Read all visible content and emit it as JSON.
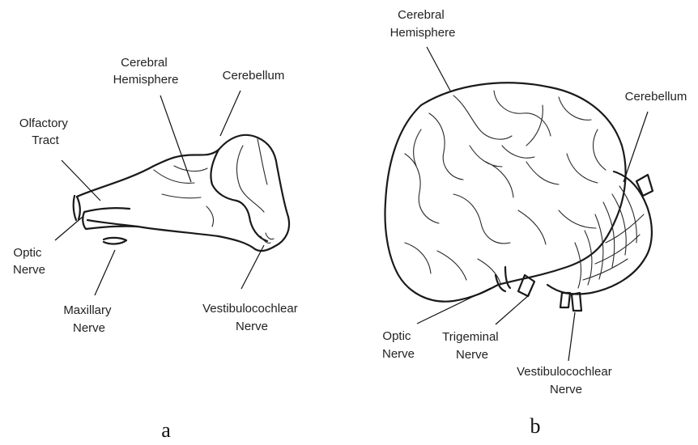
{
  "panel_a": {
    "caption": "a",
    "labels": {
      "cerebral_hemisphere": [
        "Cerebral",
        "Hemisphere"
      ],
      "cerebellum": [
        "Cerebellum"
      ],
      "olfactory_tract": [
        "Olfactory",
        "Tract"
      ],
      "optic_nerve": [
        "Optic",
        "Nerve"
      ],
      "maxillary_nerve": [
        "Maxillary",
        "Nerve"
      ],
      "vestibulocochlear_nerve": [
        "Vestibulocochlear",
        "Nerve"
      ]
    }
  },
  "panel_b": {
    "caption": "b",
    "labels": {
      "cerebral_hemisphere": [
        "Cerebral",
        "Hemisphere"
      ],
      "cerebellum": [
        "Cerebellum"
      ],
      "optic_nerve": [
        "Optic",
        "Nerve"
      ],
      "trigeminal_nerve": [
        "Trigeminal",
        "Nerve"
      ],
      "vestibulocochlear_nerve": [
        "Vestibulocochlear",
        "Nerve"
      ]
    }
  }
}
